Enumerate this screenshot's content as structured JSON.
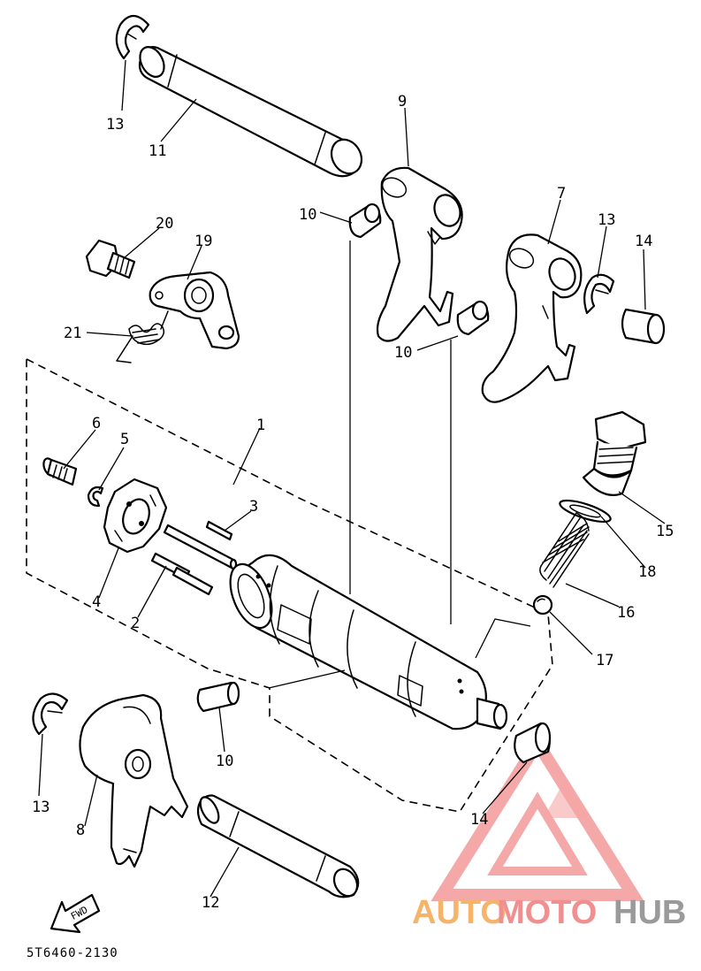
{
  "diagram": {
    "drawing_code": "5T6460-2130",
    "fwd_label": "FWD",
    "callouts": {
      "c1": "1",
      "c2": "2",
      "c3": "3",
      "c4": "4",
      "c5": "5",
      "c6": "6",
      "c7": "7",
      "c8": "8",
      "c9": "9",
      "c10a": "10",
      "c10b": "10",
      "c10c": "10",
      "c11": "11",
      "c12": "12",
      "c13a": "13",
      "c13b": "13",
      "c13c": "13",
      "c14a": "14",
      "c14b": "14",
      "c15": "15",
      "c16": "16",
      "c17": "17",
      "c18": "18",
      "c19": "19",
      "c20": "20",
      "c21": "21"
    }
  },
  "watermark": {
    "part1": "AUTO",
    "part2": "MOTO",
    "part3": "HUB",
    "colors": {
      "auto": "#f6b36a",
      "moto": "#f08f8f",
      "hub": "#9a9a9a",
      "triangle": "#f28b8b"
    }
  }
}
